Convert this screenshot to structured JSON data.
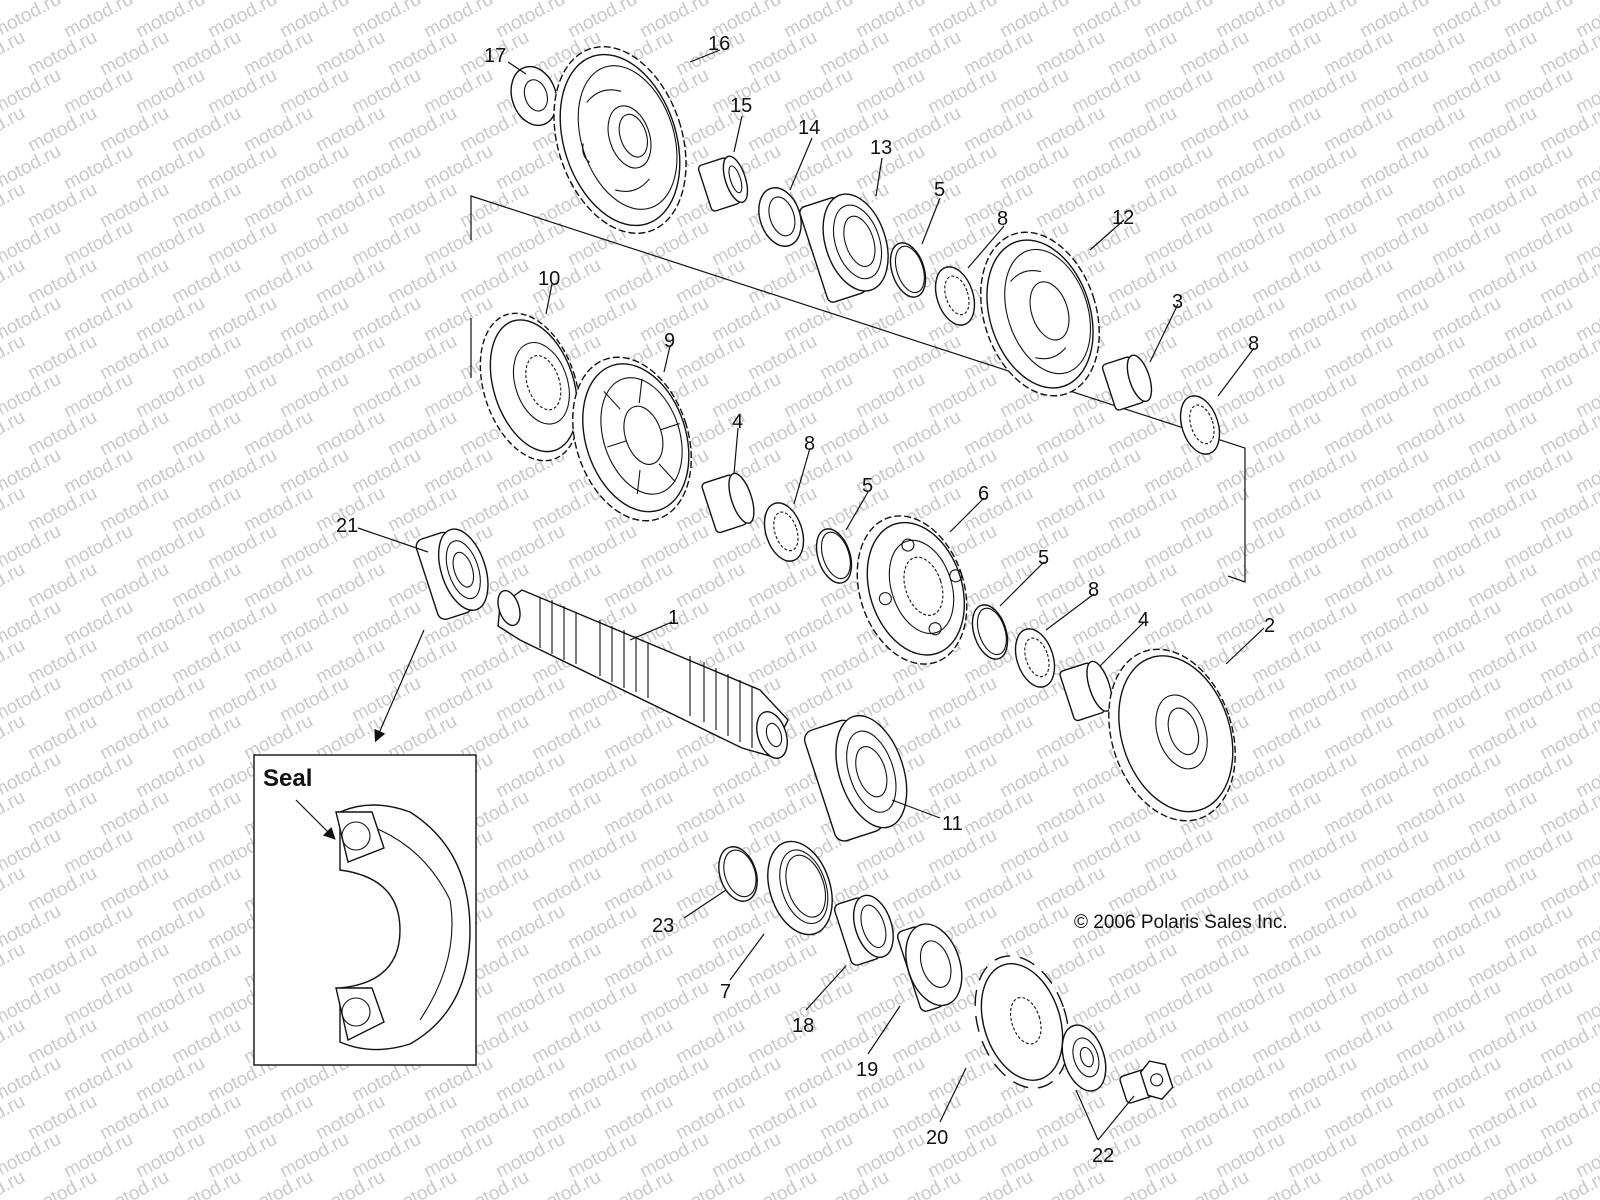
{
  "watermark": "motod.ru",
  "copyright": "© 2006 Polaris Sales Inc.",
  "inset": {
    "title": "Seal"
  },
  "callouts": {
    "c1": "1",
    "c2": "2",
    "c3": "3",
    "c4a": "4",
    "c4b": "4",
    "c5a": "5",
    "c5b": "5",
    "c5c": "5",
    "c6": "6",
    "c7": "7",
    "c8a": "8",
    "c8b": "8",
    "c8c": "8",
    "c8d": "8",
    "c9": "9",
    "c10": "10",
    "c11": "11",
    "c12": "12",
    "c13": "13",
    "c14": "14",
    "c15": "15",
    "c16": "16",
    "c17": "17",
    "c18": "18",
    "c19": "19",
    "c20": "20",
    "c21": "21",
    "c22": "22",
    "c23": "23"
  }
}
